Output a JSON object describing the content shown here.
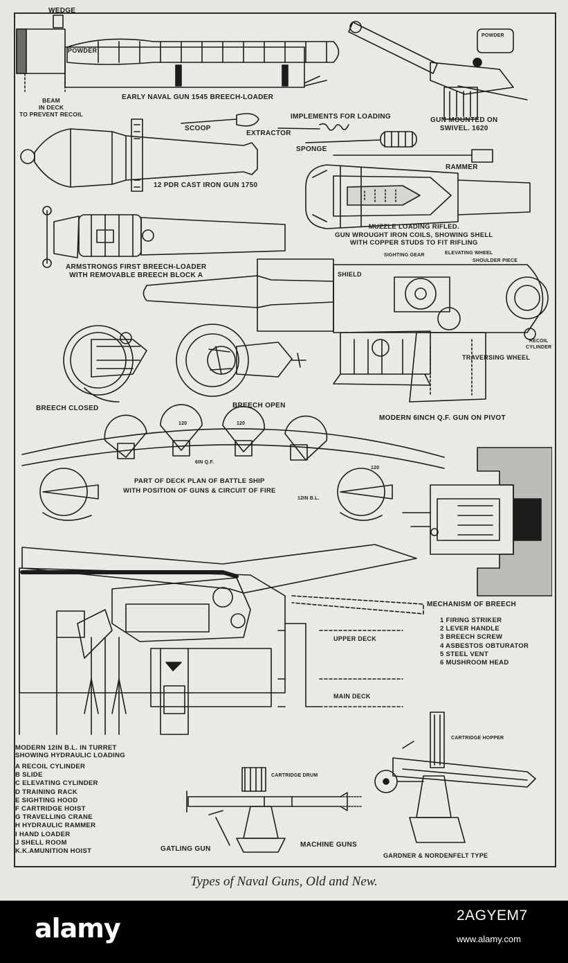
{
  "labels": {
    "wedge": "WEDGE",
    "powder": "POWDER",
    "beam": "BEAM\nIN DECK\nTO PREVENT RECOIL",
    "early_gun": "EARLY NAVAL GUN 1545  BREECH-LOADER",
    "powder_can": "POWDER",
    "swivel_gun": "GUN MOUNTED ON\nSWIVEL. 1620",
    "implements": "IMPLEMENTS FOR LOADING",
    "scoop": "SCOOP",
    "extractor": "EXTRACTOR",
    "sponge": "SPONGE",
    "rammer": "RAMMER",
    "cast_iron": "12 PDR CAST IRON GUN 1750",
    "rifled": "MUZZLE LOADING RIFLED.\nGUN WROUGHT IRON COILS, SHOWING SHELL\nWITH COPPER STUDS TO FIT RIFLING",
    "armstrong": "ARMSTRONGS FIRST BREECH-LOADER\nWITH REMOVABLE BREECH BLOCK A",
    "sighting_gear": "SIGHTING GEAR",
    "elevating_wheel": "ELEVATING WHEEL",
    "shoulder_piece": "SHOULDER PIECE",
    "shield": "SHIELD",
    "recoil_cylinder": "RECOIL\nCYLINDER",
    "traversing_wheel": "TRAVERSING WHEEL",
    "breech_closed": "BREECH CLOSED",
    "breech_open": "BREECH OPEN",
    "six_inch_qf": "MODERN 6INCH Q.F. GUN ON PIVOT",
    "deck_plan": "PART OF DECK PLAN OF BATTLE SHIP\nWITH POSITION OF GUNS & CIRCUIT OF FIRE",
    "six_in_qf": "6IN Q.F.",
    "twelve_bl": "12IN B.L.",
    "deg_120": "120",
    "mechanism": "MECHANISM  OF  BREECH",
    "upper_deck": "UPPER DECK",
    "main_deck": "MAIN DECK",
    "turret_title": "MODERN 12IN B.L. IN TURRET\nSHOWING HYDRAULIC LOADING",
    "cartridge_hopper": "CARTRIDGE HOPPER",
    "cartridge_drum": "CARTRIDGE DRUM",
    "gatling": "GATLING GUN",
    "machine_guns": "MACHINE GUNS",
    "gardner": "GARDNER & NORDENFELT TYPE"
  },
  "breech_legend": [
    "1 FIRING STRIKER",
    "2 LEVER HANDLE",
    "3 BREECH SCREW",
    "4 ASBESTOS OBTURATOR",
    "5 STEEL VENT",
    "6 MUSHROOM HEAD"
  ],
  "turret_legend": [
    "A  RECOIL CYLINDER",
    "B  SLIDE",
    "C  ELEVATING CYLINDER",
    "D  TRAINING RACK",
    "E  SIGHTING HOOD",
    "F  CARTRIDGE HOIST",
    "G  TRAVELLING CRANE",
    "H  HYDRAULIC RAMMER",
    "I  HAND LOADER",
    "J  SHELL ROOM",
    "K.K.AMUNITION HOIST"
  ],
  "caption": "Types of Naval Guns, Old and New.",
  "watermark": {
    "brand": "alamy",
    "stock_id": "2AGYEM7",
    "url": "www.alamy.com"
  },
  "colors": {
    "ink": "#1c1c1c",
    "paper": "#ebe9e4",
    "band": "#000000"
  }
}
